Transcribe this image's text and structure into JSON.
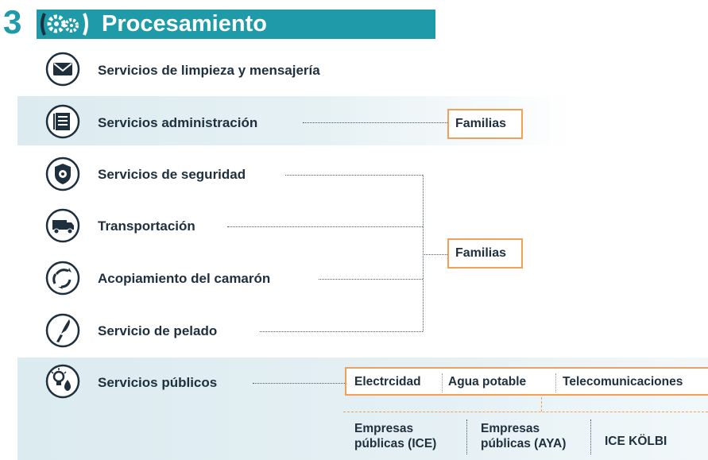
{
  "header": {
    "step_number": "3",
    "title": "Procesamiento",
    "icon": "gears-icon"
  },
  "items": [
    {
      "label": "Servicios de limpieza y mensajería",
      "icon": "envelope-icon"
    },
    {
      "label": "Servicios administración",
      "icon": "document-icon"
    },
    {
      "label": "Servicios de seguridad",
      "icon": "police-badge-icon"
    },
    {
      "label": "Transportación",
      "icon": "truck-icon"
    },
    {
      "label": "Acopiamiento del camarón",
      "icon": "recycle-icon"
    },
    {
      "label": "Servicio de pelado",
      "icon": "knife-icon"
    },
    {
      "label": "Servicios públicos",
      "icon": "utilities-icon"
    }
  ],
  "boxes": {
    "admin_target": "Familias",
    "group_target": "Familias"
  },
  "public_services": [
    "Electrcidad",
    "Agua potable",
    "Telecomunicaciones"
  ],
  "providers": [
    {
      "line1": "Empresas",
      "line2": "públicas (ICE)"
    },
    {
      "line1": "Empresas",
      "line2": "públicas (AYA)"
    },
    {
      "line1": "ICE KÖLBI",
      "line2": ""
    }
  ],
  "colors": {
    "accent": "#1e9aa8",
    "band": "#dcebf0",
    "box_border": "#f0a05a",
    "ink": "#1e2f3d"
  }
}
